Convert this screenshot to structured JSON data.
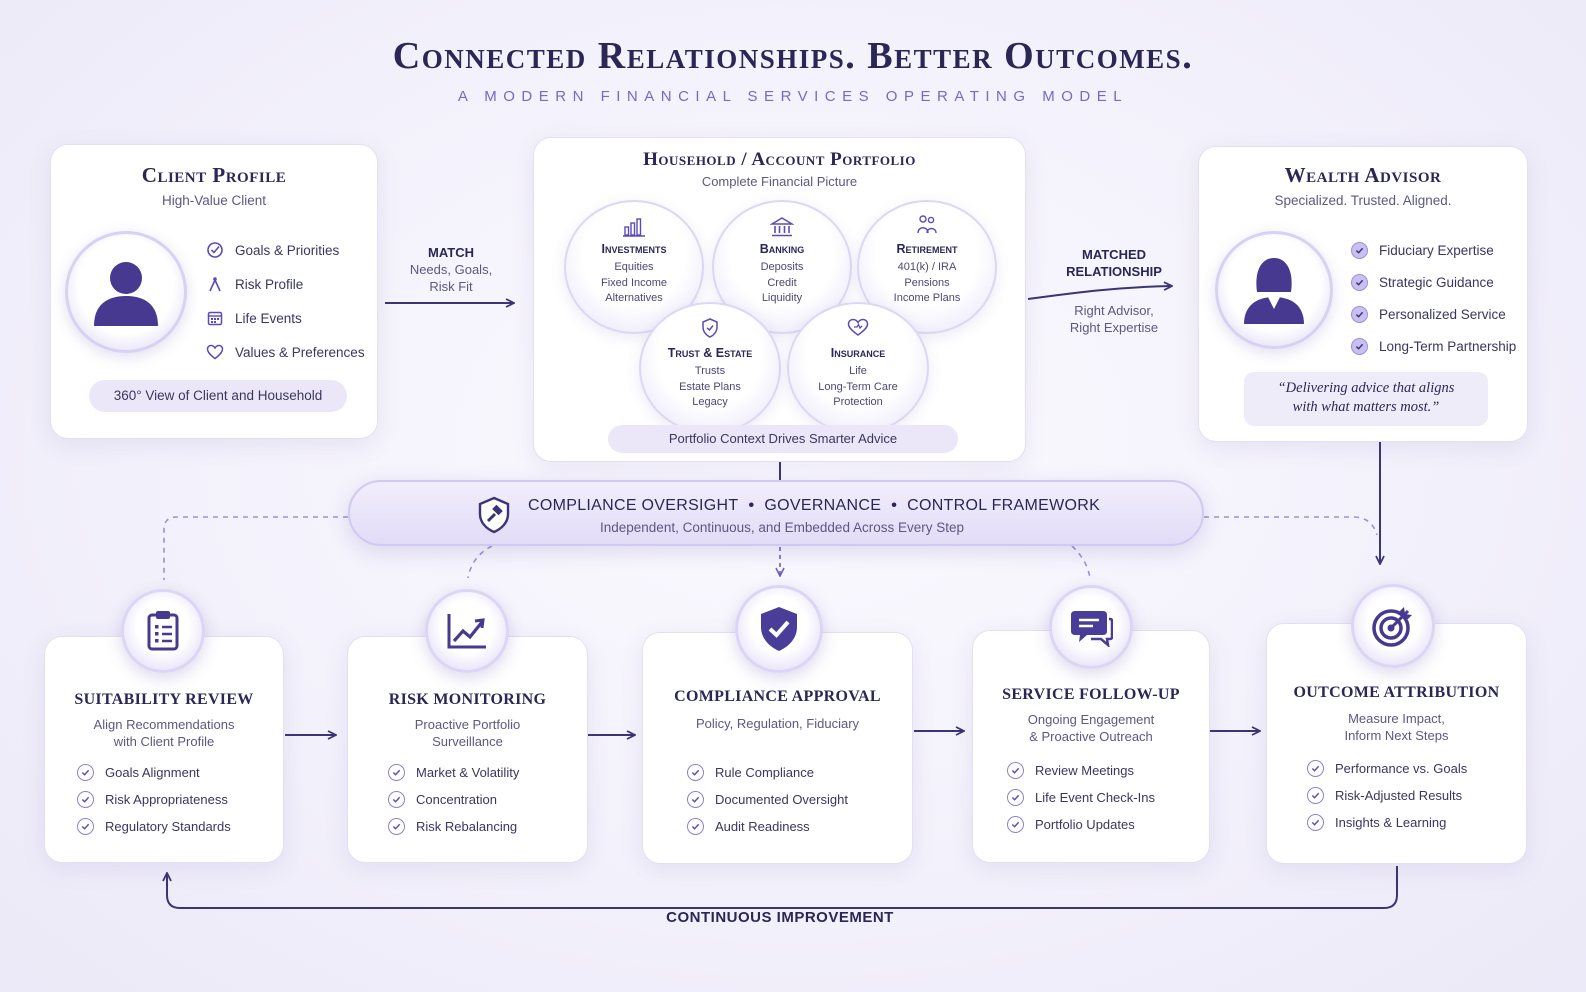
{
  "header": {
    "title": "Connected Relationships. Better Outcomes.",
    "subtitle": "A Modern Financial Services Operating Model"
  },
  "client_profile": {
    "title": "Client Profile",
    "subtitle": "High-Value Client",
    "items": [
      {
        "label": "Goals & Priorities",
        "icon": "target-check-icon"
      },
      {
        "label": "Risk Profile",
        "icon": "compass-icon"
      },
      {
        "label": "Life Events",
        "icon": "calendar-icon"
      },
      {
        "label": "Values & Preferences",
        "icon": "heart-icon"
      }
    ],
    "footer": "360° View of Client and Household"
  },
  "match_arrow": {
    "title": "MATCH",
    "lines": [
      "Needs, Goals,",
      "Risk Fit"
    ]
  },
  "portfolio": {
    "title": "Household / Account Portfolio",
    "subtitle": "Complete Financial Picture",
    "bubbles": [
      {
        "title": "Investments",
        "icon": "bar-chart-icon",
        "lines": [
          "Equities",
          "Fixed Income",
          "Alternatives"
        ]
      },
      {
        "title": "Banking",
        "icon": "bank-icon",
        "lines": [
          "Deposits",
          "Credit",
          "Liquidity"
        ]
      },
      {
        "title": "Retirement",
        "icon": "people-icon",
        "lines": [
          "401(k) / IRA",
          "Pensions",
          "Income Plans"
        ]
      },
      {
        "title": "Trust & Estate",
        "icon": "shield-icon",
        "lines": [
          "Trusts",
          "Estate Plans",
          "Legacy"
        ]
      },
      {
        "title": "Insurance",
        "icon": "heart-shield-icon",
        "lines": [
          "Life",
          "Long-Term Care",
          "Protection"
        ]
      }
    ],
    "footer": "Portfolio Context Drives Smarter Advice"
  },
  "matched_arrow": {
    "title_lines": [
      "MATCHED",
      "RELATIONSHIP"
    ],
    "lines": [
      "Right Advisor,",
      "Right Expertise"
    ]
  },
  "advisor": {
    "title": "Wealth Advisor",
    "subtitle": "Specialized. Trusted. Aligned.",
    "items": [
      "Fiduciary Expertise",
      "Strategic Guidance",
      "Personalized Service",
      "Long-Term Partnership"
    ],
    "quote_lines": [
      "“Delivering advice that aligns",
      "with what matters most.”"
    ]
  },
  "compliance": {
    "parts": [
      "COMPLIANCE OVERSIGHT",
      "GOVERNANCE",
      "CONTROL FRAMEWORK"
    ],
    "separator": "•",
    "subtitle": "Independent, Continuous, and Embedded Across Every Step"
  },
  "steps": [
    {
      "title": "SUITABILITY REVIEW",
      "icon": "clipboard-icon",
      "sub": [
        "Align Recommendations",
        "with Client Profile"
      ],
      "items": [
        "Goals Alignment",
        "Risk Appropriateness",
        "Regulatory Standards"
      ]
    },
    {
      "title": "RISK MONITORING",
      "icon": "trend-chart-icon",
      "sub": [
        "Proactive Portfolio",
        "Surveillance"
      ],
      "items": [
        "Market & Volatility",
        "Concentration",
        "Risk Rebalancing"
      ]
    },
    {
      "title": "COMPLIANCE APPROVAL",
      "icon": "shield-check-icon",
      "sub": [
        "Policy, Regulation, Fiduciary"
      ],
      "items": [
        "Rule Compliance",
        "Documented Oversight",
        "Audit Readiness"
      ]
    },
    {
      "title": "SERVICE FOLLOW-UP",
      "icon": "chat-icon",
      "sub": [
        "Ongoing Engagement",
        "& Proactive Outreach"
      ],
      "items": [
        "Review Meetings",
        "Life Event Check-Ins",
        "Portfolio Updates"
      ]
    },
    {
      "title": "OUTCOME ATTRIBUTION",
      "icon": "target-icon",
      "sub": [
        "Measure Impact,",
        "Inform Next Steps"
      ],
      "items": [
        "Performance vs. Goals",
        "Risk-Adjusted Results",
        "Insights & Learning"
      ]
    }
  ],
  "loop": {
    "label": "CONTINUOUS IMPROVEMENT"
  },
  "colors": {
    "accent": "#5b4bb7",
    "title": "#2a2656",
    "subtitle": "#7a67c9"
  }
}
